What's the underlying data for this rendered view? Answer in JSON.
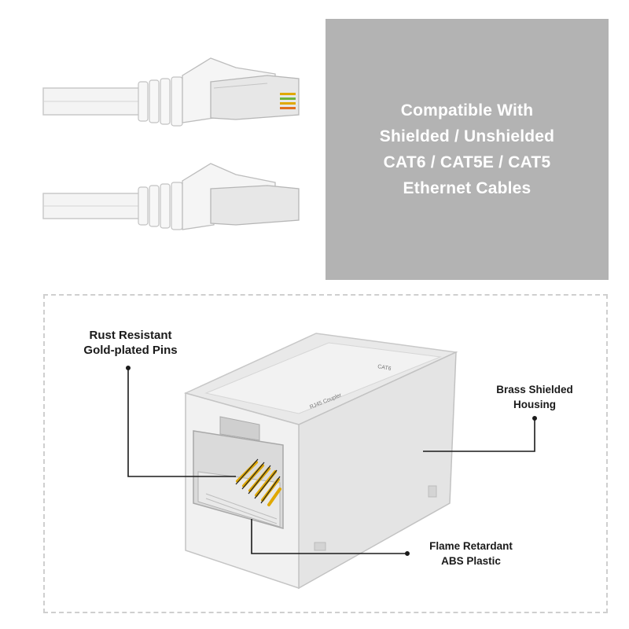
{
  "compat_box": {
    "lines": [
      "Compatible With",
      "Shielded / Unshielded",
      "CAT6 / CAT5E / CAT5",
      "Ethernet Cables"
    ]
  },
  "callouts": {
    "rust": {
      "line1": "Rust Resistant",
      "line2": "Gold-plated Pins"
    },
    "brass": {
      "line1": "Brass Shielded",
      "line2": "Housing"
    },
    "flame": {
      "line1": "Flame Retardant",
      "line2": "ABS Plastic"
    }
  },
  "product_marks": {
    "top_label": "RJ45 Coupler",
    "cat_label": "CAT6"
  },
  "colors": {
    "gray_box": "#b3b3b3",
    "text_white": "#ffffff",
    "gold_pins": "#e0a800"
  }
}
